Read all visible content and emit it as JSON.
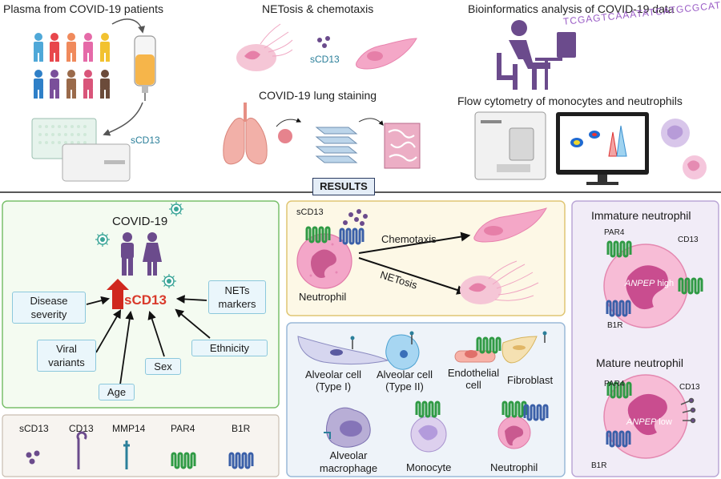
{
  "top": {
    "plasma_title": "Plasma from  COVID-19 patients",
    "netosis_title": "NETosis & chemotaxis",
    "netosis_scd13": "sCD13",
    "bioinfo_title": "Bioinformatics analysis of COVID-19 data",
    "dna_sequence": "TCGAGTCAAATATCATGCGCAT",
    "lung_title": "COVID-19 lung staining",
    "flow_title": "Flow cytometry of monocytes and neutrophils",
    "plasma_scd13": "sCD13"
  },
  "results_label": "RESULTS",
  "covid_panel": {
    "title": "COVID-19",
    "center": "sCD13",
    "factors": [
      "Disease severity",
      "NETs markers",
      "Viral variants",
      "Ethnicity",
      "Sex",
      "Age"
    ]
  },
  "neutrophil_panel": {
    "scd13": "sCD13",
    "chemotaxis": "Chemotaxis",
    "netosis": "NETosis",
    "neutrophil": "Neutrophil"
  },
  "cells_panel": {
    "cells": [
      "Alveolar cell (Type I)",
      "Alveolar cell (Type II)",
      "Endothelial cell",
      "Fibroblast",
      "Alveolar macrophage",
      "Monocyte",
      "Neutrophil"
    ]
  },
  "maturity_panel": {
    "immature_title": "Immature neutrophil",
    "mature_title": "Mature neutrophil",
    "par4": "PAR4",
    "cd13": "CD13",
    "b1r": "B1R",
    "anpep": "ANPEP",
    "high": " high",
    "low": " low"
  },
  "legend": {
    "items": [
      "sCD13",
      "CD13",
      "MMP14",
      "PAR4",
      "B1R"
    ]
  },
  "colors": {
    "green_panel": "#5cb85c",
    "yellow_panel": "#f4e9c8",
    "blue_panel": "#c7dcec",
    "purple_panel": "#ece6f4",
    "scd13_red": "#d93a2b",
    "arrow_red": "#d0281e",
    "virus_teal": "#3aa597",
    "person_purple": "#6b4b8c",
    "neutrophil_pink": "#f3a6c8"
  }
}
